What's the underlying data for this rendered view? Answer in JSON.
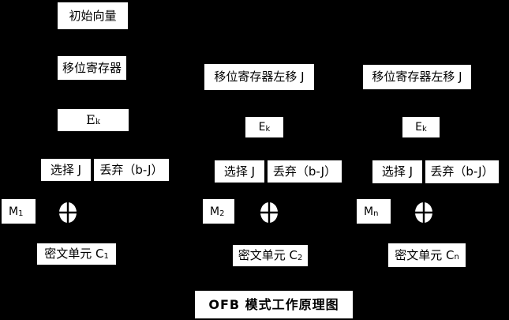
{
  "title": "OFB 模式工作原理图",
  "colors": {
    "background": "#000000",
    "box_fill": "#ffffff",
    "text": "#000000"
  },
  "columns": [
    {
      "initial_vector": "初始向量",
      "register": "移位寄存器",
      "encryptor": {
        "base": "E",
        "sub": "k"
      },
      "select": "选择 J",
      "discard": "丢弃（b-J）",
      "message": {
        "base": "M",
        "sub": "1"
      },
      "xor_icon": "xor-circle",
      "cipher": {
        "base": "密文单元 C",
        "sub": "1"
      }
    },
    {
      "register": "移位寄存器左移 J",
      "encryptor": {
        "base": "E",
        "sub": "k"
      },
      "select": "选择 J",
      "discard": "丢弃（b-J）",
      "message": {
        "base": "M",
        "sub": "2"
      },
      "xor_icon": "xor-circle",
      "cipher": {
        "base": "密文单元 C",
        "sub": "2"
      }
    },
    {
      "register": "移位寄存器左移 J",
      "encryptor": {
        "base": "E",
        "sub": "k"
      },
      "select": "选择 J",
      "discard": "丢弃（b-J）",
      "message": {
        "base": "M",
        "sub": "n"
      },
      "xor_icon": "xor-circle",
      "cipher": {
        "base": "密文单元 C",
        "sub": "n"
      }
    }
  ]
}
